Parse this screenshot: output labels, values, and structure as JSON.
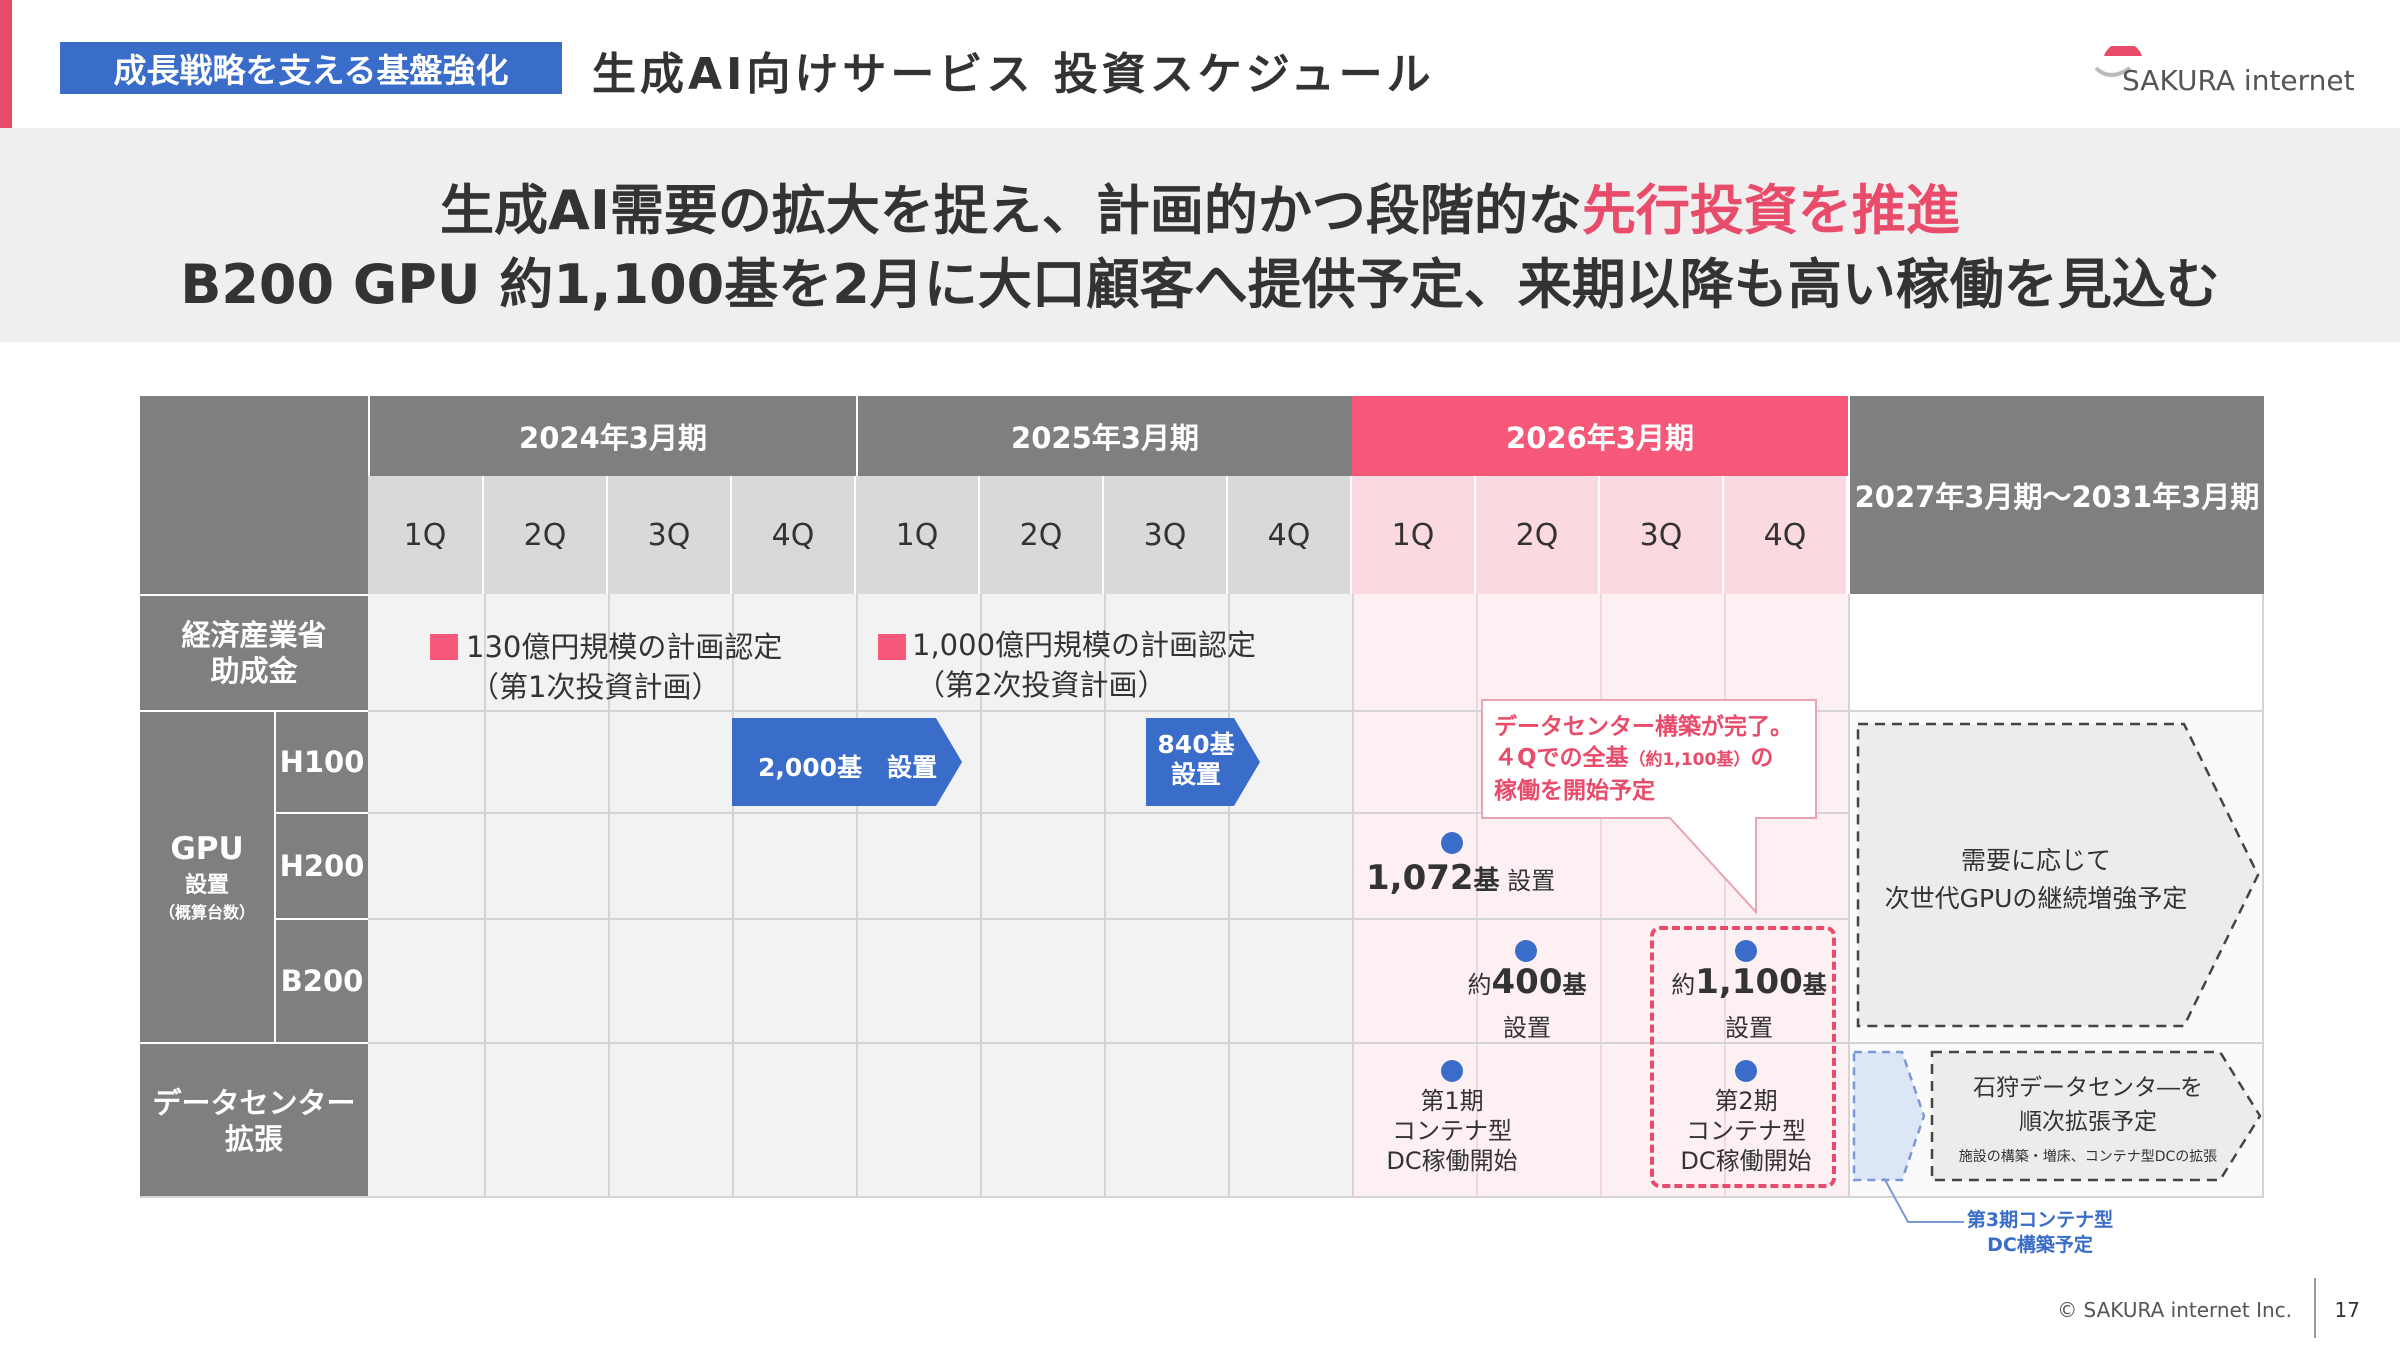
{
  "header": {
    "tag": "成長戦略を支える基盤強化",
    "title": "生成AI向けサービス 投資スケジュール",
    "logo_text": "SAKURA internet"
  },
  "headline": {
    "line1_main": "生成AI需要の拡大を捉え、計画的かつ段階的な",
    "line1_accent": "先行投資を推進",
    "line2": "B200 GPU 約1,100基を2月に大口顧客へ提供予定、来期以降も高い稼働を見込む"
  },
  "table": {
    "years": [
      "2024年3月期",
      "2025年3月期",
      "2026年3月期",
      "2027年3月期～2031年3月期"
    ],
    "quarters": [
      "1Q",
      "2Q",
      "3Q",
      "4Q",
      "1Q",
      "2Q",
      "3Q",
      "4Q",
      "1Q",
      "2Q",
      "3Q",
      "4Q"
    ],
    "rows": {
      "subsidy_l1": "経済産業省",
      "subsidy_l2": "助成金",
      "gpu_title": "GPU",
      "gpu_sub": "設置",
      "gpu_note": "（概算台数）",
      "h100": "H100",
      "h200": "H200",
      "b200": "B200",
      "dc_l1": "データセンター",
      "dc_l2": "拡張"
    },
    "subsidy_items": [
      {
        "l1": "130億円規模の計画認定",
        "l2": "（第1次投資計画）"
      },
      {
        "l1": "1,000億円規模の計画認定",
        "l2": "（第2次投資計画）"
      }
    ],
    "h100_items": [
      {
        "label": "2,000基　設置"
      },
      {
        "l1": "840基",
        "l2": "設置"
      }
    ],
    "h200_item": {
      "num": "1,072",
      "unit": "基",
      "suffix": " 設置"
    },
    "b200_items": [
      {
        "prefix": "約",
        "num": "400",
        "unit": "基",
        "l2": "設置"
      },
      {
        "prefix": "約",
        "num": "1,100",
        "unit": "基",
        "l2": "設置"
      }
    ],
    "dc_items": [
      {
        "l1": "第1期",
        "l2": "コンテナ型",
        "l3": "DC稼働開始"
      },
      {
        "l1": "第2期",
        "l2": "コンテナ型",
        "l3": "DC稼働開始"
      }
    ],
    "callout": {
      "l1": "データセンター構築が完了。",
      "l2a": "４Qでの全基",
      "l2b": "（約1,100基）",
      "l2c": "の",
      "l3": "稼働を開始予定"
    },
    "future_gpu": {
      "l1": "需要に応じて",
      "l2": "次世代GPUの継続増強予定"
    },
    "future_dc": {
      "l1": "石狩データセンタ―を",
      "l2": "順次拡張予定",
      "l3": "施設の構築・増床、コンテナ型DCの拡張"
    },
    "third_dc": {
      "l1": "第3期コンテナ型",
      "l2": "DC構築予定"
    }
  },
  "colors": {
    "accent_pink": "#e94b6a",
    "header_pink": "#f6587a",
    "blue": "#3a6cc9",
    "grey_header": "#7f7f7f"
  },
  "footer": {
    "copyright": "© SAKURA internet Inc.",
    "page": "17"
  }
}
